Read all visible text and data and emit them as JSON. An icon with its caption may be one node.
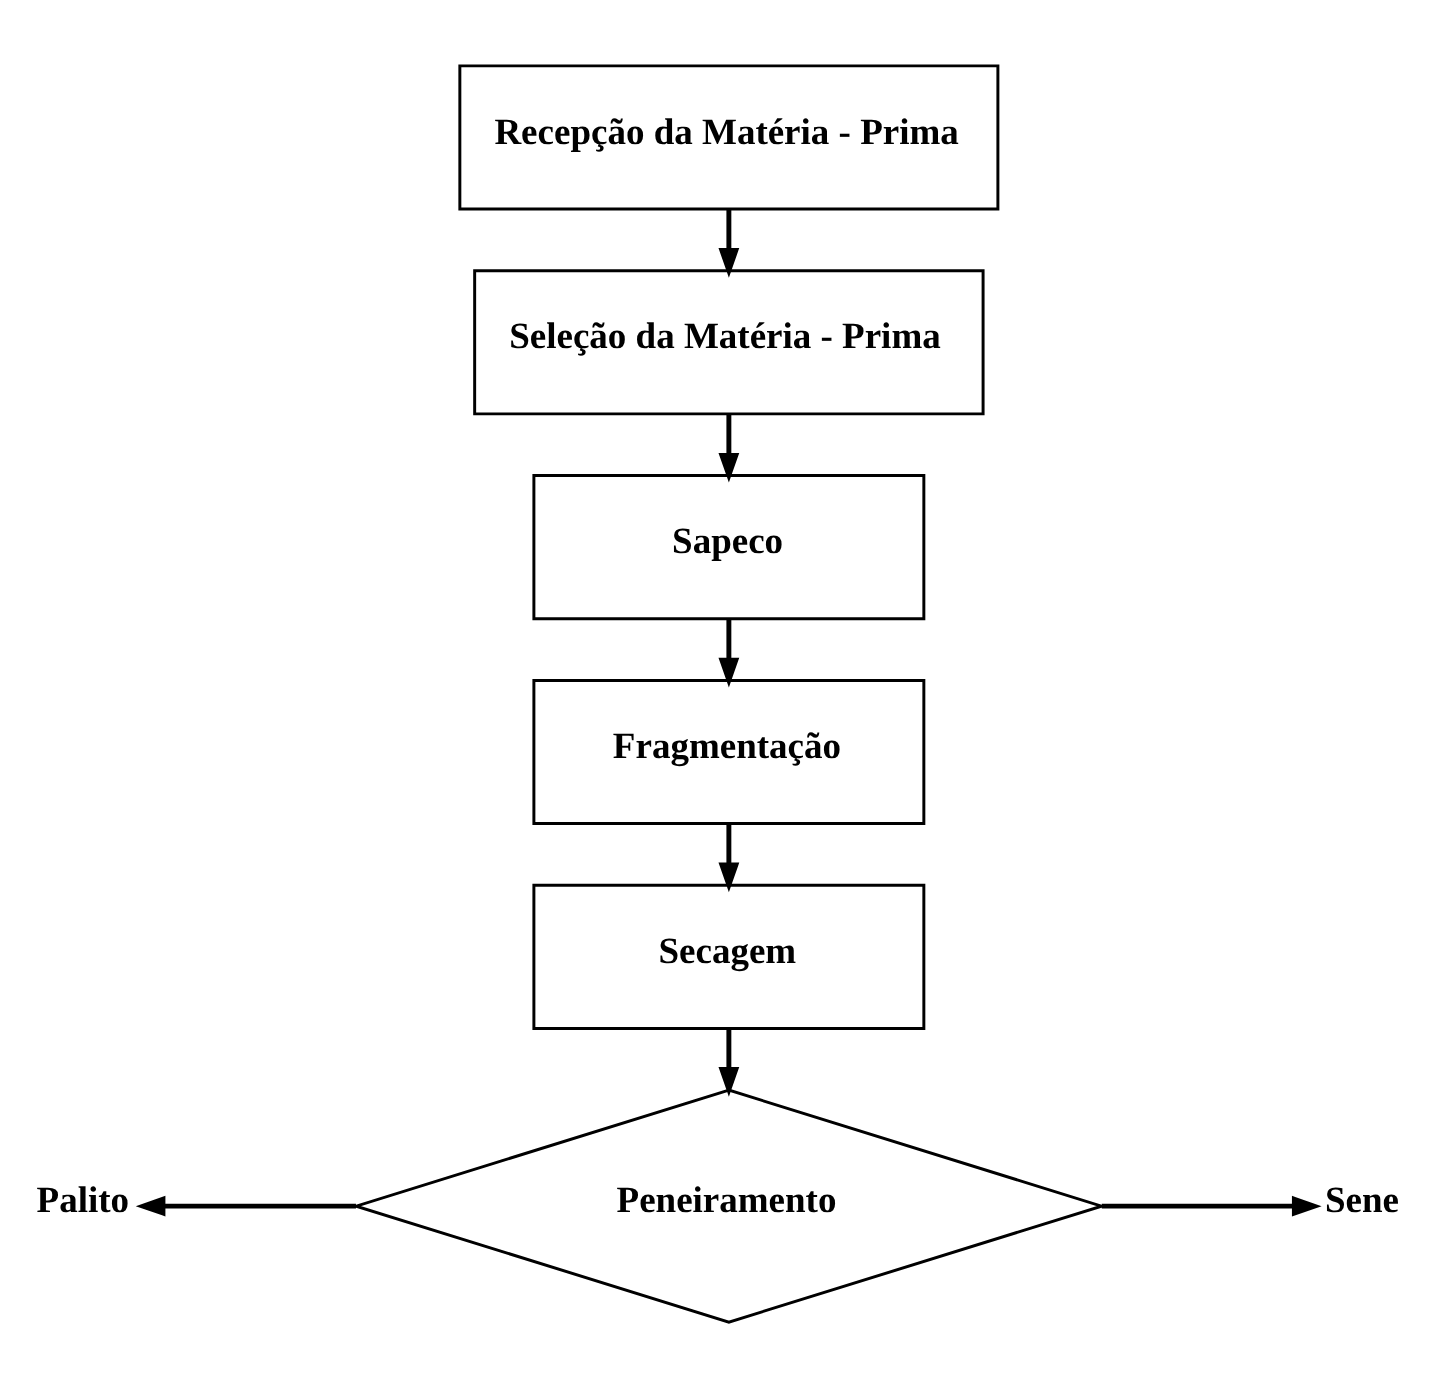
{
  "diagram": {
    "nodes": [
      {
        "text": [
          "Recepção da Matéria - Prima"
        ]
      },
      {
        "text": [
          "Seleção da Matéria - Prima"
        ]
      },
      {
        "text": [
          "Sapeco"
        ]
      },
      {
        "text": [
          "Fragmentação"
        ]
      },
      {
        "text": [
          "Secagem"
        ]
      },
      {
        "text": [
          "Peneiramento"
        ]
      },
      {
        "text": [
          "Palito"
        ]
      },
      {
        "text": [
          "Sene"
        ]
      }
    ],
    "edges": [
      {
        "from": 0,
        "to": 1,
        "arrow": "to"
      },
      {
        "from": 1,
        "to": 2,
        "arrow": "to"
      },
      {
        "from": 2,
        "to": 3,
        "arrow": "to"
      },
      {
        "from": 3,
        "to": 4,
        "arrow": "to"
      },
      {
        "from": 4,
        "to": 5,
        "arrow": "to"
      },
      {
        "from": 5,
        "to": 6,
        "arrow": "to"
      },
      {
        "from": 5,
        "to": 7,
        "arrow": "to"
      }
    ]
  }
}
